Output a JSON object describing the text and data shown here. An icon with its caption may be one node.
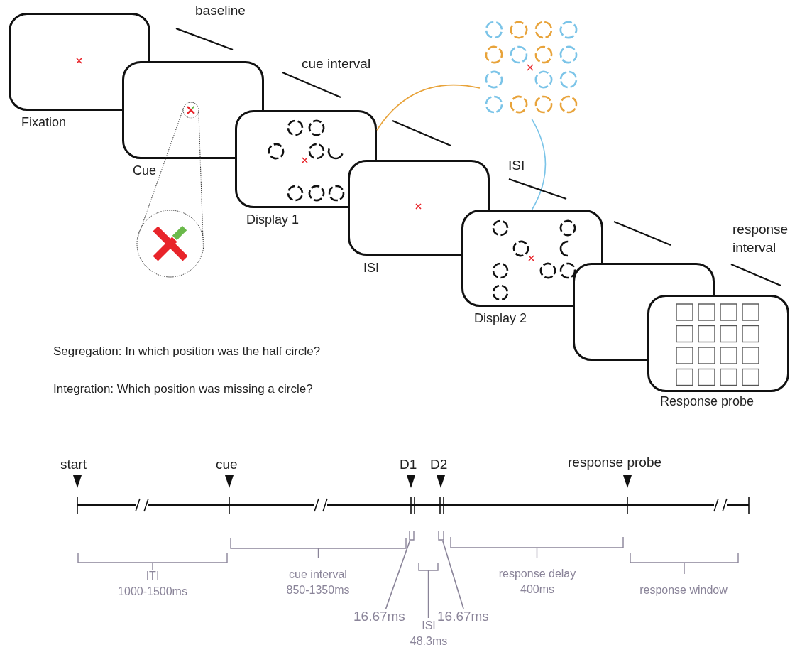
{
  "diagram": {
    "nodes": [
      {
        "text": [
          "Fixation"
        ]
      },
      {
        "text": [
          "Cue"
        ]
      },
      {
        "text": [],
        "shape": "circle",
        "in": 1
      },
      {
        "text": [],
        "shape": "circle"
      },
      {
        "text": [
          "Display 1"
        ]
      },
      {
        "text": [],
        "shape": "picture"
      },
      {
        "text": [
          "ISI"
        ]
      },
      {
        "text": [
          "Display 2"
        ]
      },
      {
        "text": [],
        "shape": "box"
      },
      {
        "text": [
          "Response probe"
        ]
      },
      {
        "text": [
          "16.67ms"
        ]
      },
      {
        "text": [
          "16.67ms"
        ]
      },
      {
        "text": [],
        "shape": "bracket"
      },
      {
        "text": [],
        "shape": "bracket"
      }
    ],
    "edges": [
      {
        "from": 2,
        "to": 3,
        "arrow": "none",
        "style": "dashed"
      },
      {
        "from": 2,
        "to": 3,
        "arrow": "none",
        "style": "dashed"
      },
      {
        "from": 4,
        "to": 5,
        "arrow": "none",
        "color": "#e8a33a"
      },
      {
        "from": 5,
        "to": 7,
        "arrow": "none",
        "color": "#7bc4e8"
      },
      {
        "from": 10,
        "to": 12,
        "arrow": "none",
        "color": "#8a8499"
      },
      {
        "from": 11,
        "to": 13,
        "arrow": "none",
        "color": "#8a8499"
      }
    ],
    "labels": [
      "baseline",
      "cue interval",
      "ISI",
      "response interval",
      "Segregation: In which position was the half circle?",
      "Integration: Which position was missing a circle?",
      "start",
      "cue",
      "D1",
      "D2",
      "response probe",
      "ITI 1000-1500ms",
      "cue interval 850-1350ms",
      "ISI 48.3ms",
      "response delay 400ms",
      "response window"
    ]
  }
}
